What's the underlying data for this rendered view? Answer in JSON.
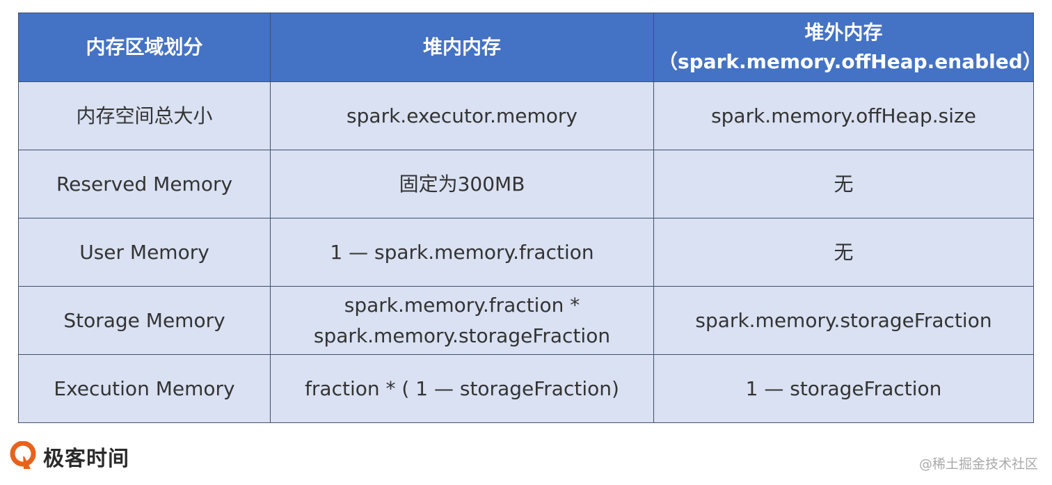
{
  "table": {
    "headers": [
      {
        "lines": [
          "内存区域划分"
        ]
      },
      {
        "lines": [
          "堆内内存"
        ]
      },
      {
        "lines": [
          "堆外内存",
          "（spark.memory.offHeap.enabled）"
        ]
      }
    ],
    "rows": [
      [
        {
          "lines": [
            "内存空间总大小"
          ]
        },
        {
          "lines": [
            "spark.executor.memory"
          ]
        },
        {
          "lines": [
            "spark.memory.offHeap.size"
          ]
        }
      ],
      [
        {
          "lines": [
            "Reserved Memory"
          ]
        },
        {
          "lines": [
            "固定为300MB"
          ]
        },
        {
          "lines": [
            "无"
          ]
        }
      ],
      [
        {
          "lines": [
            "User Memory"
          ]
        },
        {
          "lines": [
            "1 — spark.memory.fraction"
          ]
        },
        {
          "lines": [
            "无"
          ]
        }
      ],
      [
        {
          "lines": [
            "Storage Memory"
          ]
        },
        {
          "lines": [
            "spark.memory.fraction *",
            "spark.memory.storageFraction"
          ]
        },
        {
          "lines": [
            "spark.memory.storageFraction"
          ]
        }
      ],
      [
        {
          "lines": [
            "Execution Memory"
          ]
        },
        {
          "lines": [
            "fraction * ( 1 — storageFraction)"
          ]
        },
        {
          "lines": [
            "1 — storageFraction"
          ]
        }
      ]
    ]
  },
  "logo": {
    "text": "极客时间",
    "icon": "geektime-logo-icon",
    "color": "#e8621c"
  },
  "watermark": "@稀土掘金技术社区",
  "colors": {
    "header_bg": "#4472c4",
    "cell_bg": "#d9e1f2",
    "border": "#3f4f6b"
  }
}
